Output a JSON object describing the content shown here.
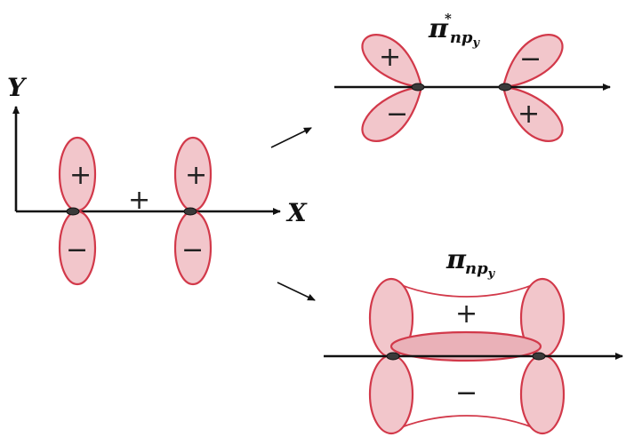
{
  "axes": {
    "y_label": "Y",
    "x_label": "X"
  },
  "signs": {
    "plus": "+",
    "minus": "−"
  },
  "antibonding": {
    "symbol": "π",
    "star": "*",
    "subscript_n": "n",
    "subscript_p": "p",
    "subscript_y": "y"
  },
  "bonding": {
    "symbol": "π",
    "subscript_n": "n",
    "subscript_p": "p",
    "subscript_y": "y"
  },
  "colors": {
    "lobe_fill": "#f2c6cb",
    "lobe_stroke": "#d2394a",
    "axis": "#111111"
  }
}
